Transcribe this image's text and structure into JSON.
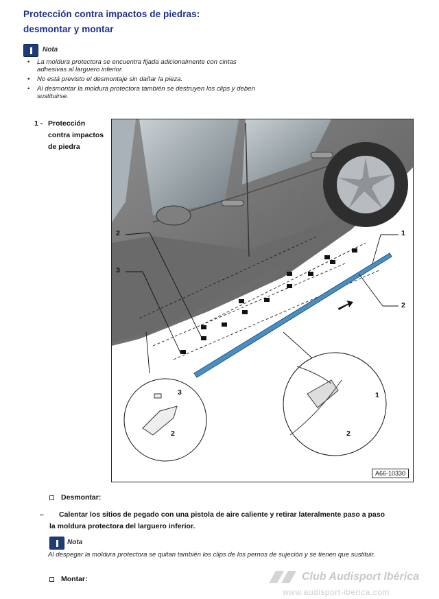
{
  "title": {
    "line1": "Protección contra impactos de piedras:",
    "line2": "desmontar y montar"
  },
  "note1": {
    "label": "Nota",
    "icon": "info-book-icon",
    "items": [
      "La moldura protectora se encuentra fijada adicionalmente con cintas adhesivas al larguero inferior.",
      "No está previsto el desmontaje sin dañar la pieza.",
      "Al desmontar la moldura protectora también se destruyen los clips y deben sustituirse."
    ]
  },
  "item": {
    "number": "1 -",
    "label": "Protección contra impactos de piedra"
  },
  "figure": {
    "code": "A66-10330",
    "callouts": [
      "1",
      "2",
      "2",
      "3",
      "3",
      "2",
      "1",
      "2"
    ]
  },
  "steps": {
    "remove_label": "Desmontar:",
    "remove_instruction": "Calentar los sitios de pegado con una pistola de aire caliente y retirar lateralmente paso a paso la moldura protectora del larguero inferior.",
    "install_label": "Montar:"
  },
  "note2": {
    "label": "Nota",
    "text": "Al despegar la moldura protectora se quitan también los clips de los pernos de sujeción y se tienen que sustituir."
  },
  "watermark": {
    "line1": "Club Audisport Ibérica",
    "line2": "www.audisport-iberica.com"
  },
  "colors": {
    "title": "#1b2e8c",
    "note_icon": "#1f3c78",
    "molding": "#4a8fc4"
  }
}
